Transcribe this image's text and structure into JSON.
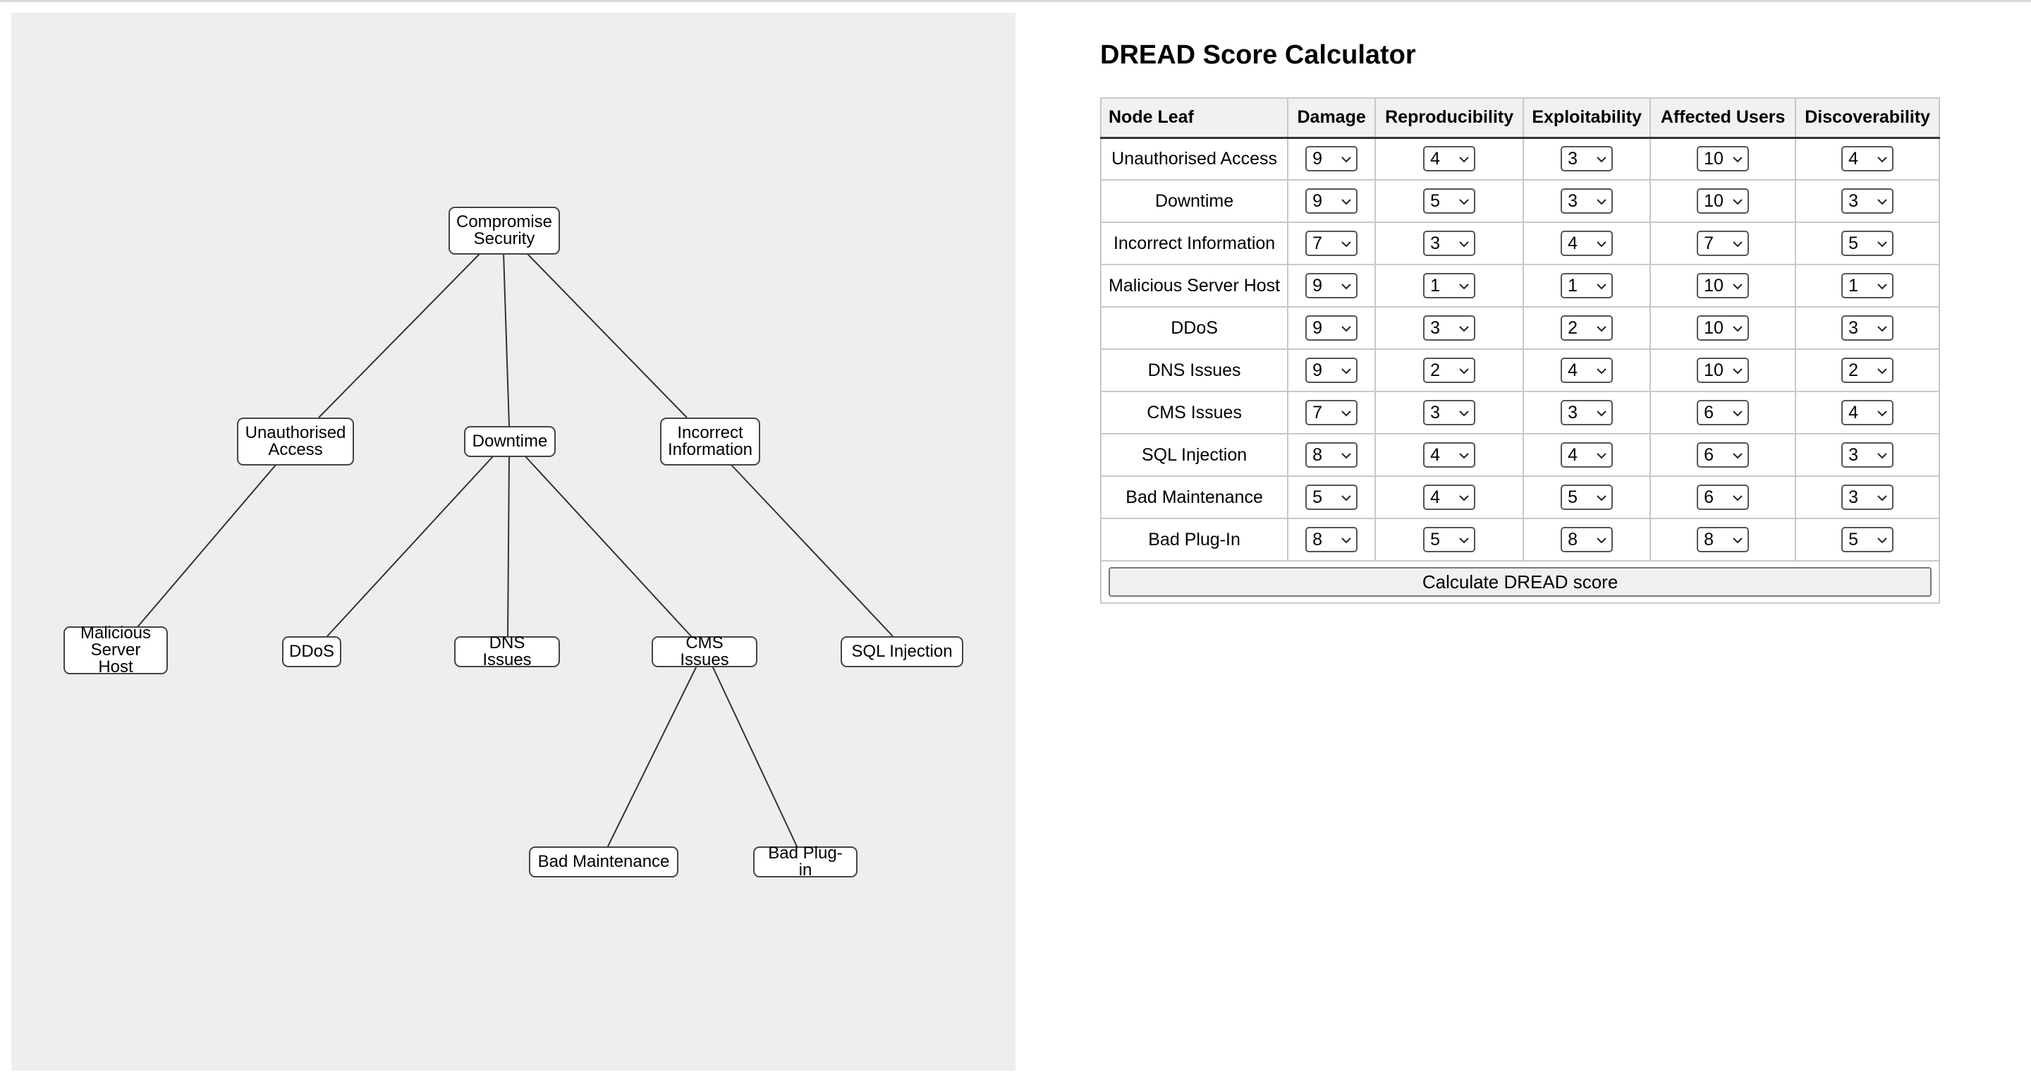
{
  "tree": {
    "nodes": {
      "root": "Compromise\nSecurity",
      "unauth": "Unauthorised\nAccess",
      "downtime": "Downtime",
      "incorrect": "Incorrect\nInformation",
      "malicious": "Malicious\nServer Host",
      "ddos": "DDoS",
      "dns": "DNS Issues",
      "cms": "CMS Issues",
      "sql": "SQL Injection",
      "maint": "Bad Maintenance",
      "plugin": "Bad Plug-in"
    }
  },
  "calculator": {
    "title": "DREAD Score Calculator",
    "headers": [
      "Node Leaf",
      "Damage",
      "Reproducibility",
      "Exploitability",
      "Affected Users",
      "Discoverability"
    ],
    "rows": [
      {
        "leaf": "Unauthorised Access",
        "values": [
          "9",
          "4",
          "3",
          "10",
          "4"
        ]
      },
      {
        "leaf": "Downtime",
        "values": [
          "9",
          "5",
          "3",
          "10",
          "3"
        ]
      },
      {
        "leaf": "Incorrect Information",
        "values": [
          "7",
          "3",
          "4",
          "7",
          "5"
        ]
      },
      {
        "leaf": "Malicious Server Host",
        "values": [
          "9",
          "1",
          "1",
          "10",
          "1"
        ]
      },
      {
        "leaf": "DDoS",
        "values": [
          "9",
          "3",
          "2",
          "10",
          "3"
        ]
      },
      {
        "leaf": "DNS Issues",
        "values": [
          "9",
          "2",
          "4",
          "10",
          "2"
        ]
      },
      {
        "leaf": "CMS Issues",
        "values": [
          "7",
          "3",
          "3",
          "6",
          "4"
        ]
      },
      {
        "leaf": "SQL Injection",
        "values": [
          "8",
          "4",
          "4",
          "6",
          "3"
        ]
      },
      {
        "leaf": "Bad Maintenance",
        "values": [
          "5",
          "4",
          "5",
          "6",
          "3"
        ]
      },
      {
        "leaf": "Bad Plug-In",
        "values": [
          "8",
          "5",
          "8",
          "8",
          "5"
        ]
      }
    ],
    "button_label": "Calculate DREAD score"
  }
}
